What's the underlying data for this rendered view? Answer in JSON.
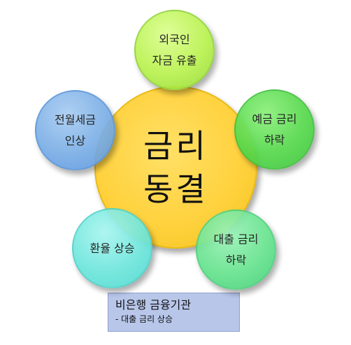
{
  "center": {
    "line1": "금리",
    "line2": "동결"
  },
  "nodes": {
    "top": {
      "line1": "외국인",
      "line2": "자금 유출"
    },
    "right": {
      "line1": "예금 금리",
      "line2": "하락"
    },
    "bottom_right": {
      "line1": "대출 금리",
      "line2": "하락"
    },
    "bottom_left": {
      "line1": "환율 상승"
    },
    "left": {
      "line1": "전월세금",
      "line2": "인상"
    }
  },
  "note": {
    "title": "비은행 금융기관",
    "subtitle": "- 대출 금리 상승"
  },
  "colors": {
    "center": "#ffd23f",
    "top": "#b9f24f",
    "right": "#55d84b",
    "bottom_right": "#67e38e",
    "bottom_left": "#6ee6dc",
    "left": "#7aaee6",
    "note_bg": "#b8c6ea"
  }
}
